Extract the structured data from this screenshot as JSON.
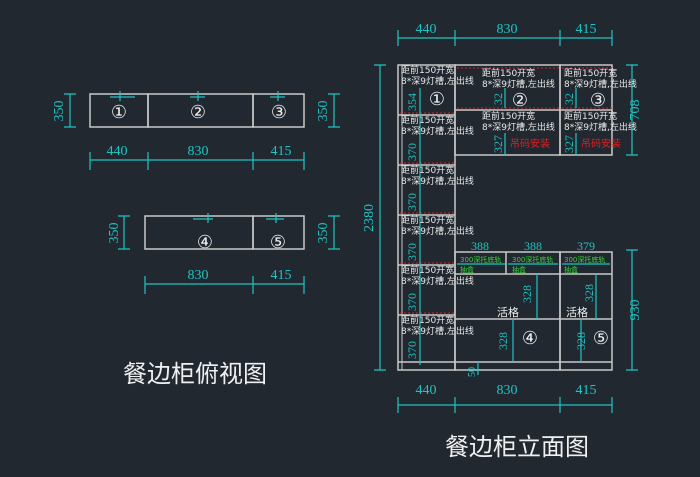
{
  "plan_view": {
    "title": "餐边柜俯视图",
    "row1": {
      "depth_left": "350",
      "depth_right": "350",
      "widths": [
        "440",
        "830",
        "415"
      ],
      "labels": [
        "①",
        "②",
        "③"
      ]
    },
    "row2": {
      "depth_left": "350",
      "depth_right": "350",
      "widths": [
        "830",
        "415"
      ],
      "labels": [
        "④",
        "⑤"
      ]
    }
  },
  "elevation_view": {
    "title": "餐边柜立面图",
    "top_widths": [
      "440",
      "830",
      "415"
    ],
    "bottom_widths": [
      "440",
      "830",
      "415"
    ],
    "total_height": "2380",
    "upper_height": "708",
    "lower_height": "930",
    "labels": [
      "①",
      "②",
      "③",
      "④",
      "⑤"
    ],
    "shelf_note_1": "距前150开宽",
    "shelf_note_2": "8*深9灯槽,左出线",
    "hanger_note": "吊码安装",
    "col1_heights": [
      "354",
      "370",
      "370",
      "370",
      "370",
      "370"
    ],
    "upper_heights": [
      "32",
      "32",
      "327",
      "327"
    ],
    "drawer_widths": [
      "388",
      "388",
      "379"
    ],
    "drawer_rail": "300深托底轨",
    "drawer_box": "抽盒",
    "adjustable_shelf": "活格",
    "lower_heights": [
      "328",
      "328",
      "328",
      "328"
    ],
    "plinth": "50"
  },
  "colors": {
    "background": "#212830",
    "dimension": "#1fc4c4",
    "outline": "#c8c8c8",
    "note_red": "#e02020",
    "note_green": "#3ad13a"
  }
}
